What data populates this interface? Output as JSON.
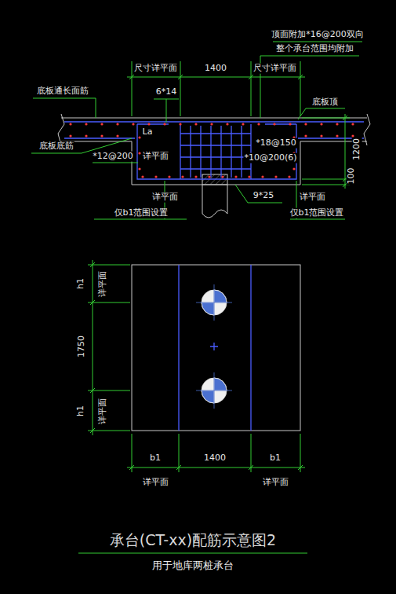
{
  "diagram": {
    "title": "承台(CT-xx)配筋示意图2",
    "caption": "用于地库两桩承台",
    "labels": [
      "尺寸详平面",
      "1400",
      "尺寸详平面",
      "顶面附加*16@200双向",
      "整个承台范围均附加",
      "底板通长面筋",
      "6*14",
      "底板顶",
      "La",
      "底板底筋",
      "*12@200",
      "详平面",
      "*18@150",
      "*10@200(6)",
      "1200",
      "100",
      "详平面",
      "仅b1范围设置",
      "9*25",
      "详平面",
      "仅b1范围设置",
      "h1",
      "详平面",
      "1750",
      "h1",
      "详平面",
      "b1",
      "1400",
      "b1",
      "详平面",
      "详平面"
    ]
  }
}
